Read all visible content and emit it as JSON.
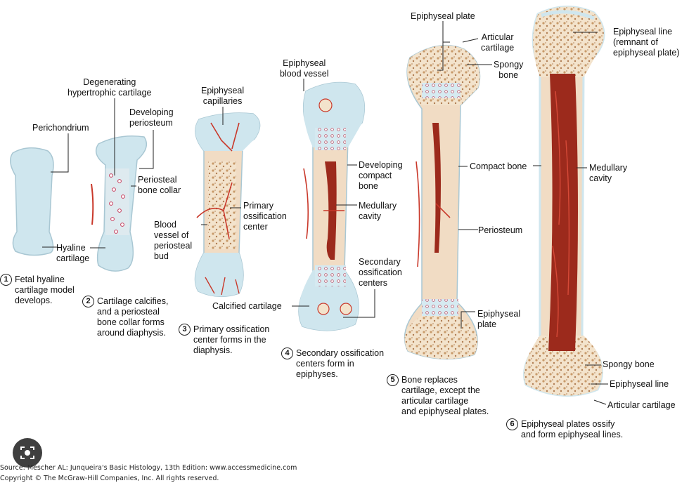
{
  "colors": {
    "cartilage": "#cfe6ee",
    "bone": "#f1dcc4",
    "vessel": "#c9382a",
    "marrow": "#9c2a1c",
    "spongy": "#d8b48a",
    "outline": "#a9c7d3"
  },
  "steps": [
    {
      "num": "1",
      "text": "Fetal hyaline\ncartilage model\ndevelops."
    },
    {
      "num": "2",
      "text": "Cartilage calcifies,\nand a periosteal\nbone collar forms\naround diaphysis."
    },
    {
      "num": "3",
      "text": "Primary ossification\ncenter forms in the\ndiaphysis."
    },
    {
      "num": "4",
      "text": "Secondary ossification\ncenters form in\nepiphyses."
    },
    {
      "num": "5",
      "text": "Bone replaces\ncartilage, except the\narticular cartilage\nand epiphyseal plates."
    },
    {
      "num": "6",
      "text": "Epiphyseal plates ossify\nand form epiphyseal lines."
    }
  ],
  "labels": {
    "perichondrium": "Perichondrium",
    "hyaline_cartilage": "Hyaline\ncartilage",
    "degenerating": "Degenerating\nhypertrophic cartilage",
    "developing_periosteum": "Developing\nperiosteum",
    "periosteal_collar": "Periosteal\nbone collar",
    "epiphyseal_capillaries": "Epiphyseal\ncapillaries",
    "primary_center": "Primary\nossification\ncenter",
    "blood_vessel_bud": "Blood\nvessel of\nperiosteal\nbud",
    "calcified_cartilage": "Calcified cartilage",
    "epiphyseal_blood_vessel": "Epiphyseal\nblood vessel",
    "developing_compact": "Developing\ncompact\nbone",
    "medullary_cavity_4": "Medullary\ncavity",
    "secondary_centers": "Secondary\nossification\ncenters",
    "epiphyseal_plate_top": "Epiphyseal plate",
    "articular_cartilage_5": "Articular\ncartilage",
    "spongy_bone_5": "Spongy\nbone",
    "compact_bone": "Compact bone",
    "periosteum": "Periosteum",
    "epiphyseal_plate_5": "Epiphyseal\nplate",
    "epiphyseal_line_top": "Epiphyseal line\n(remnant of\nepiphyseal plate)",
    "medullary_cavity_6": "Medullary\ncavity",
    "spongy_bone_6": "Spongy bone",
    "epiphyseal_line_bottom": "Epiphyseal line",
    "articular_cartilage_6": "Articular cartilage"
  },
  "source": {
    "line1": "Source: Mescher AL: Junqueira's Basic Histology, 13th Edition: www.accessmedicine.com",
    "line2": "Copyright © The McGraw-Hill Companies, Inc. All rights reserved."
  }
}
